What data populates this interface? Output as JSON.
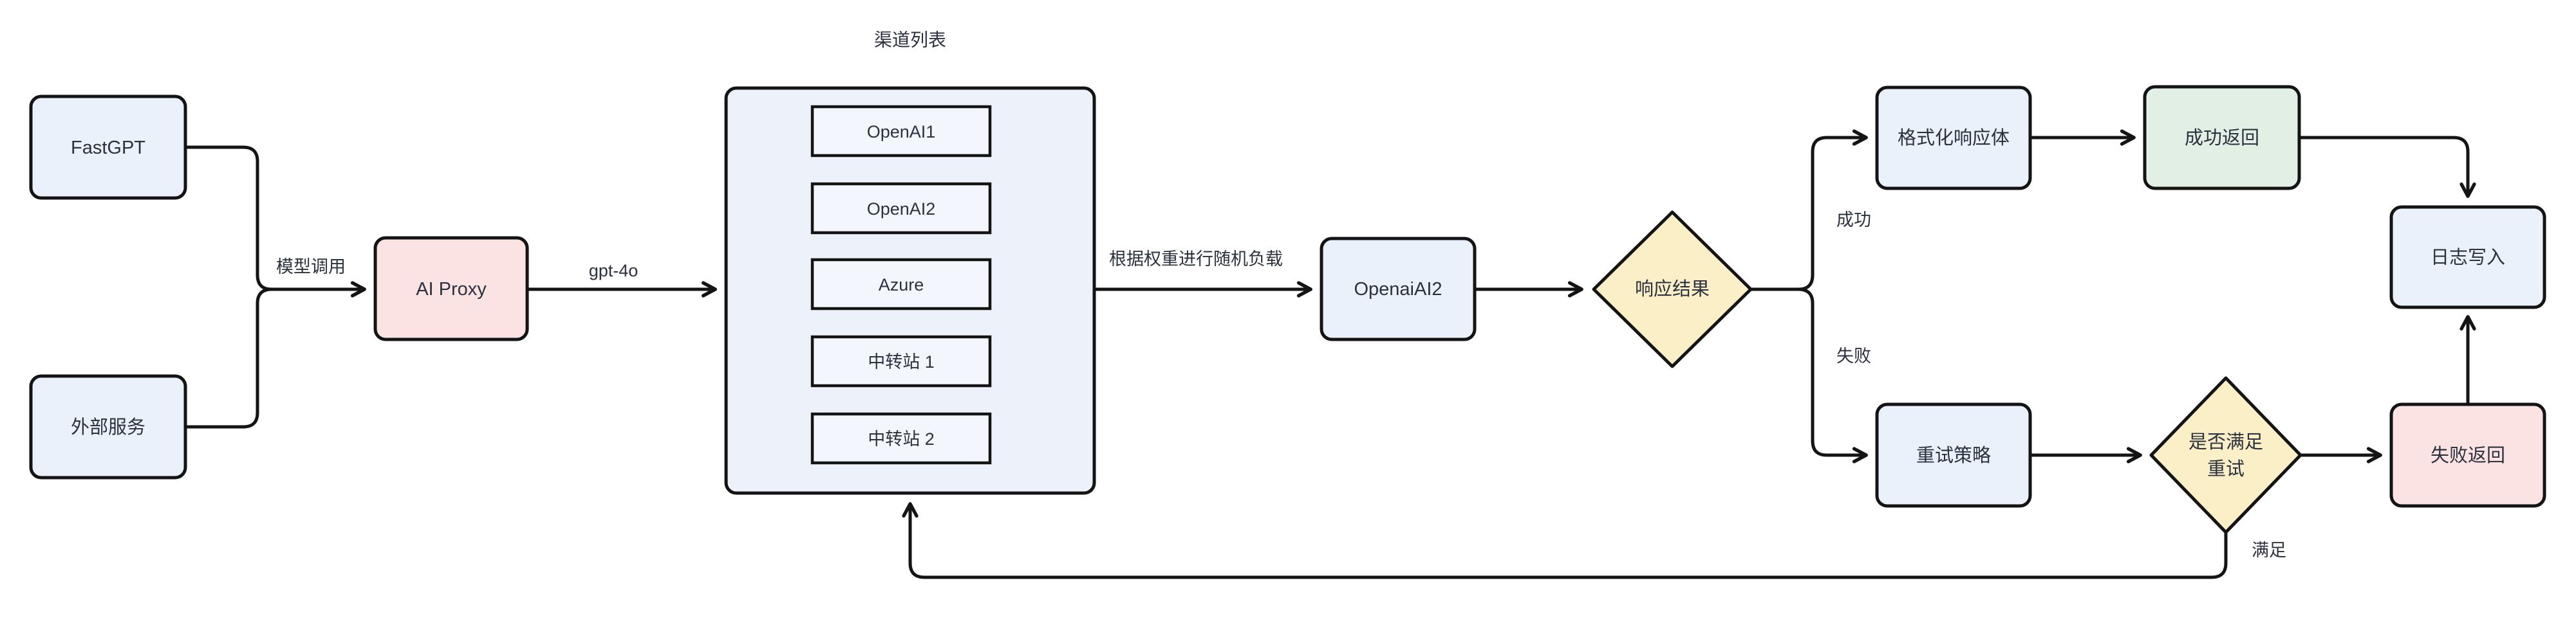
{
  "colors": {
    "canvas": "#ffffff",
    "stroke": "#141414",
    "text": "#2b313e",
    "node_blue": "#EBF1FA",
    "container_blue": "#ECF1FA",
    "channel_blue": "#F3F6FC",
    "pink": "#FBE3E3",
    "green": "#E1EFE4",
    "yellow": "#FAEFC7"
  },
  "diagram": {
    "channel_group_title": "渠道列表",
    "nodes": {
      "fastgpt": "FastGPT",
      "external_service": "外部服务",
      "ai_proxy": "AI Proxy",
      "channels": [
        "OpenAI1",
        "OpenAI2",
        "Azure",
        "中转站 1",
        "中转站 2"
      ],
      "openai_ai2": "OpenaiAI2",
      "response_result": "响应结果",
      "format_response_body": "格式化响应体",
      "success_return": "成功返回",
      "log_write": "日志写入",
      "retry_policy": "重试策略",
      "retry_check_line1": "是否满足",
      "retry_check_line2": "重试",
      "fail_return": "失败返回"
    },
    "edge_labels": {
      "model_call": "模型调用",
      "model_name": "gpt-4o",
      "load_balance": "根据权重进行随机负载",
      "success": "成功",
      "fail": "失败",
      "satisfied": "满足"
    }
  }
}
